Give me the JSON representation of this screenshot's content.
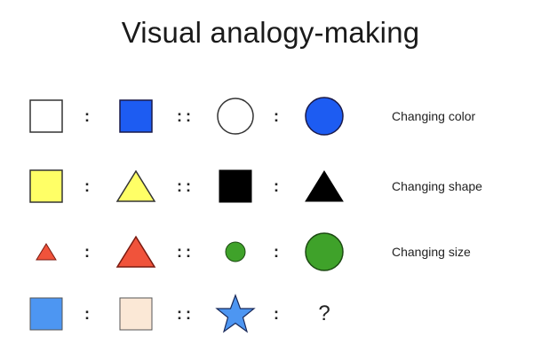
{
  "title": "Visual analogy-making",
  "separators": {
    "single": ":",
    "double": "::"
  },
  "rows": [
    {
      "label": "Changing color",
      "items": [
        "white-square-icon",
        "blue-square-icon",
        "white-circle-icon",
        "blue-circle-icon"
      ]
    },
    {
      "label": "Changing shape",
      "items": [
        "yellow-square-icon",
        "yellow-triangle-icon",
        "black-square-icon",
        "black-triangle-icon"
      ]
    },
    {
      "label": "Changing size",
      "items": [
        "small-red-triangle-icon",
        "large-red-triangle-icon",
        "small-green-circle-icon",
        "large-green-circle-icon"
      ]
    },
    {
      "label": "",
      "items": [
        "blue-square-icon",
        "beige-square-icon",
        "blue-star-icon",
        "question-mark"
      ]
    }
  ],
  "question": "?",
  "colors": {
    "blue": "#1d5cf2",
    "yellow": "#ffff66",
    "red": "#f0533b",
    "green": "#3fa22a",
    "light_blue": "#4d96f2",
    "beige": "#fbe8d6",
    "black": "#000000",
    "white": "#ffffff"
  }
}
